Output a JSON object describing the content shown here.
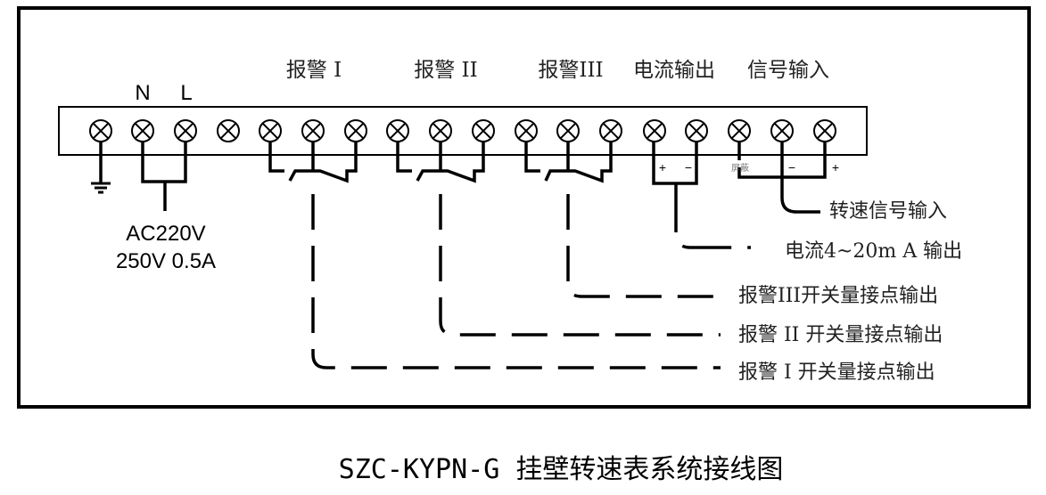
{
  "diagram": {
    "title": "SZC-KYPN-G 挂壁转速表系统接线图",
    "terminal_count": 18,
    "top_labels": {
      "n": "N",
      "l": "L",
      "alarm1": "报警 I",
      "alarm2": "报警 II",
      "alarm3": "报警III",
      "current_out": "电流输出",
      "signal_in": "信号输入"
    },
    "power": {
      "line1": "AC220V",
      "line2": "250V 0.5A"
    },
    "polarity": {
      "current_plus": "+",
      "current_minus": "−",
      "shield": "屏蔽",
      "signal_minus": "−",
      "signal_plus": "+"
    },
    "outputs": {
      "speed_signal_in": "转速信号输入",
      "current_4_20ma": "电流4~20m A 输出",
      "alarm3_contact": "报警III开关量接点输出",
      "alarm2_contact": "报警 II 开关量接点输出",
      "alarm1_contact": "报警 I 开关量接点输出"
    },
    "icons": {
      "terminal": "terminal-screw-icon",
      "ground": "ground-icon",
      "relay_switch": "relay-contact-icon"
    }
  }
}
